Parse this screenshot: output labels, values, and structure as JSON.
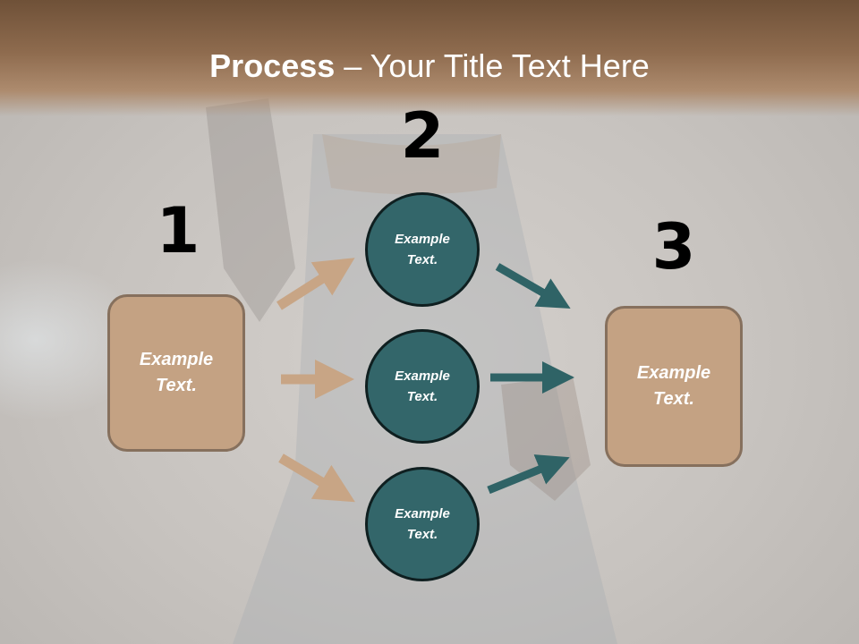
{
  "slide": {
    "title_bold": "Process",
    "title_rest": " – Your Title Text Here"
  },
  "steps": {
    "step1": {
      "number": "1",
      "box_text": "Example Text."
    },
    "step2": {
      "number": "2",
      "circles": [
        {
          "text": "Example Text."
        },
        {
          "text": "Example Text."
        },
        {
          "text": "Example Text."
        }
      ]
    },
    "step3": {
      "number": "3",
      "box_text": "Example Text."
    }
  },
  "colors": {
    "header_brown": "#8e6b4e",
    "box_tan": "#c4a283",
    "box_border": "#86705d",
    "circle_teal": "#33666a",
    "arrow_tan": "#c8a585",
    "arrow_teal": "#2f6366"
  }
}
